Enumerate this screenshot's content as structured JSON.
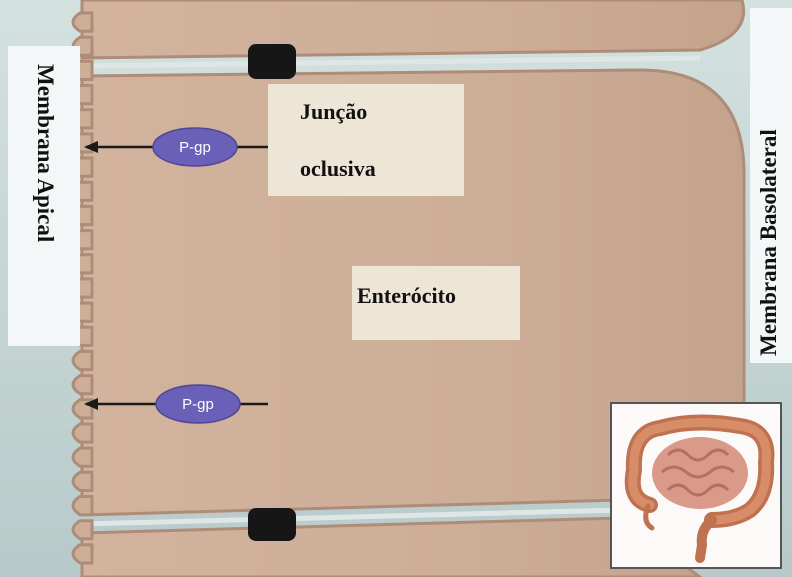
{
  "labels": {
    "tight_junction_line1": "Junção",
    "tight_junction_line2": "oclusiva",
    "cell": "Enterócito",
    "apical_membrane": "Membrana Apical",
    "basolateral_membrane": "Membrana Basolateral"
  },
  "transporters": [
    {
      "label": "P-gp"
    },
    {
      "label": "P-gp"
    }
  ],
  "inset": {
    "icon": "intestine-icon"
  },
  "colors": {
    "cytoplasm": "#cdae98",
    "membrane": "#b99884",
    "extracellular": "#c3d5d4",
    "pgp": "#6a60b8",
    "label_box": "#ede5d6"
  }
}
